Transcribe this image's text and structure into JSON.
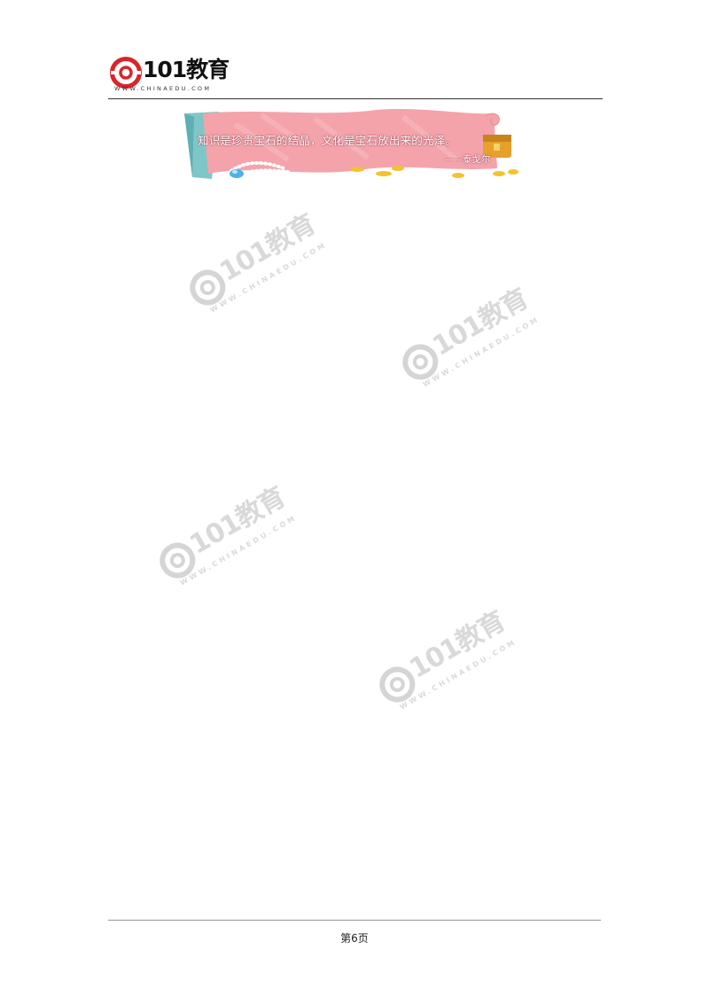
{
  "header": {
    "logo_text": "101教育",
    "logo_url": "WWW.CHINAEDU.COM",
    "brand_color": "#d9252a"
  },
  "banner": {
    "quote": "知识是珍贵宝石的结晶，文化是宝石放出来的光泽。",
    "author": "——泰戈尔",
    "ribbon_color": "#f4a3ab",
    "fold_color": "#7fc6c8"
  },
  "watermark": {
    "text": "101教育",
    "url": "WWW.CHINAEDU.COM",
    "icon": "101-logo-icon"
  },
  "footer": {
    "page_label": "第6页"
  }
}
